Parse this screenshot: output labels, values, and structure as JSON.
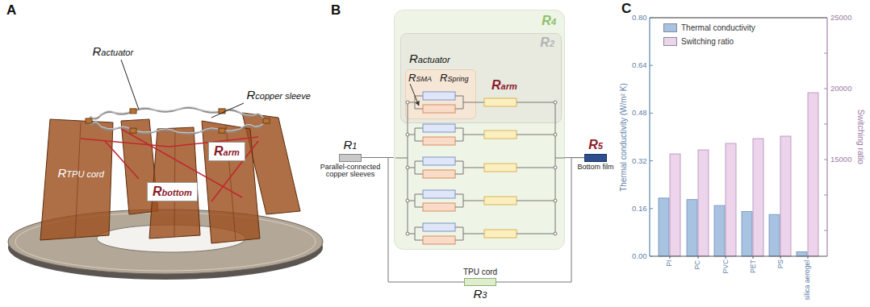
{
  "diagram": {
    "nodes": [
      {
        "text": [
          "Rarm"
        ]
      },
      {
        "text": [
          "Rbottom"
        ]
      },
      {
        "text": [
          "R1",
          "Parallel-connected copper sleeves"
        ]
      },
      {
        "text": [
          "R4"
        ]
      },
      {
        "text": [
          "R2"
        ],
        "in": 3
      },
      {
        "text": [
          "Ractuator",
          "RSMA",
          "RSpring"
        ],
        "in": 4
      },
      {
        "text": [
          "TPU cord",
          "R3"
        ]
      },
      {
        "text": [
          "R5",
          "Bottom film"
        ]
      }
    ],
    "edges": [
      {
        "from": 2,
        "to": 3,
        "arrow": "none"
      },
      {
        "from": 3,
        "to": 7,
        "arrow": "none"
      },
      {
        "from": 2,
        "to": 6,
        "arrow": "none"
      },
      {
        "from": 6,
        "to": 7,
        "arrow": "none"
      }
    ],
    "labels": [
      "A",
      "Ractuator",
      "Rcopper sleeve",
      "RTPU cord",
      "B",
      "Rarm",
      "C",
      "0.00",
      "0.16",
      "0.32",
      "0.48",
      "0.64",
      "0.80",
      "Thermal conductivity (W/m² K)",
      "15000",
      "20000",
      "25000",
      "Switching ratio",
      "PI",
      "PC",
      "PVC",
      "PET",
      "PS",
      "silica aerogel"
    ],
    "legend": [
      {
        "text": "Thermal conductivity",
        "color": "#a8c2e2"
      },
      {
        "text": "Switching ratio",
        "color": "#ecd4ea"
      }
    ]
  }
}
